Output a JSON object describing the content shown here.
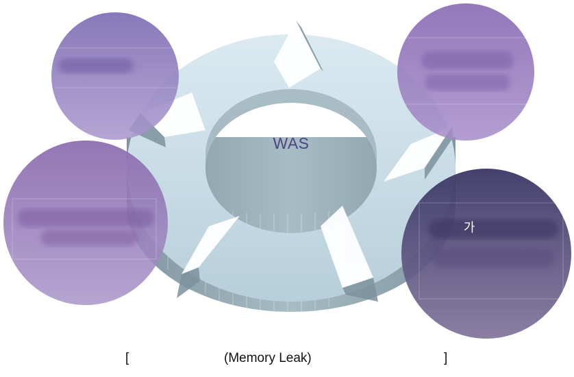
{
  "diagram": {
    "center_label": "WAS",
    "circle_label": "가",
    "caption": {
      "open_bracket": "[",
      "text": "(Memory Leak)",
      "close_bracket": "]"
    },
    "colors": {
      "ring_top": "#c3dbe6",
      "ring_side": "#8ea4ae",
      "circle_light": "#8f78b8",
      "circle_dark": "#3e3a66"
    }
  }
}
